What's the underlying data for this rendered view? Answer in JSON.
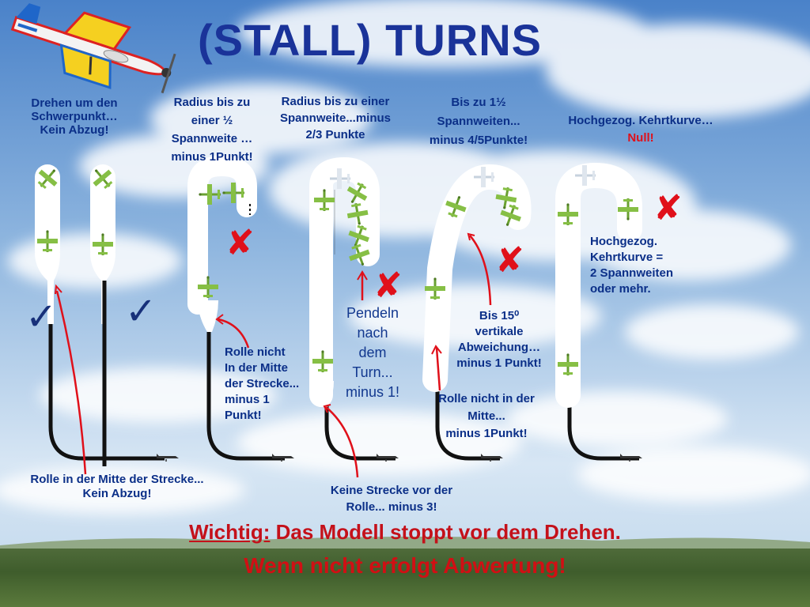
{
  "title": "(STALL) TURNS",
  "labels": {
    "l1": [
      "Drehen um den",
      "Schwerpunkt…",
      "Kein Abzug!"
    ],
    "l2": [
      "Radius bis zu",
      "einer  ½",
      "Spannweite …",
      "minus 1Punkt!"
    ],
    "l3": [
      "Radius bis zu einer",
      "Spannweite...minus",
      "2/3 Punkte"
    ],
    "l4": [
      "Bis zu 1½",
      "Spannweiten...",
      "minus 4/5Punkte!"
    ],
    "l5_line1": "Hochgezog. Kehrtkurve…",
    "l5_line2": "Null!",
    "hoch2": [
      "Hochgezog.",
      "Kehrtkurve =",
      "2 Spannweiten",
      "oder mehr."
    ],
    "rolle_nicht": [
      "Rolle nicht",
      "In der Mitte",
      "der Strecke...",
      "minus 1",
      "Punkt!"
    ],
    "pendeln": [
      "Pendeln",
      "nach",
      "dem",
      "Turn...",
      "minus 1!"
    ],
    "bis15": [
      "Bis 15⁰",
      "vertikale",
      "Abweichung…",
      "minus 1 Punkt!"
    ],
    "rolle_nicht2": [
      "Rolle nicht in der",
      "Mitte...",
      "minus 1Punkt!"
    ],
    "rolle_mitte": [
      "Rolle in der Mitte der Strecke...",
      "Kein Abzug!"
    ],
    "keine": [
      "Keine Strecke vor der",
      "Rolle... minus 3!"
    ]
  },
  "bottom": {
    "wichtig": "Wichtig:",
    "line1_rest": " Das Modell stoppt vor dem Drehen.",
    "line2": "Wenn nicht erfolgt Abwertung!"
  },
  "marks": {
    "check": "✓",
    "cross": "✘"
  },
  "colors": {
    "title": "#1a3399",
    "label": "#0b2f88",
    "warning": "#d10f14",
    "plane": "#7cb342",
    "arrow": "#e0101a"
  }
}
